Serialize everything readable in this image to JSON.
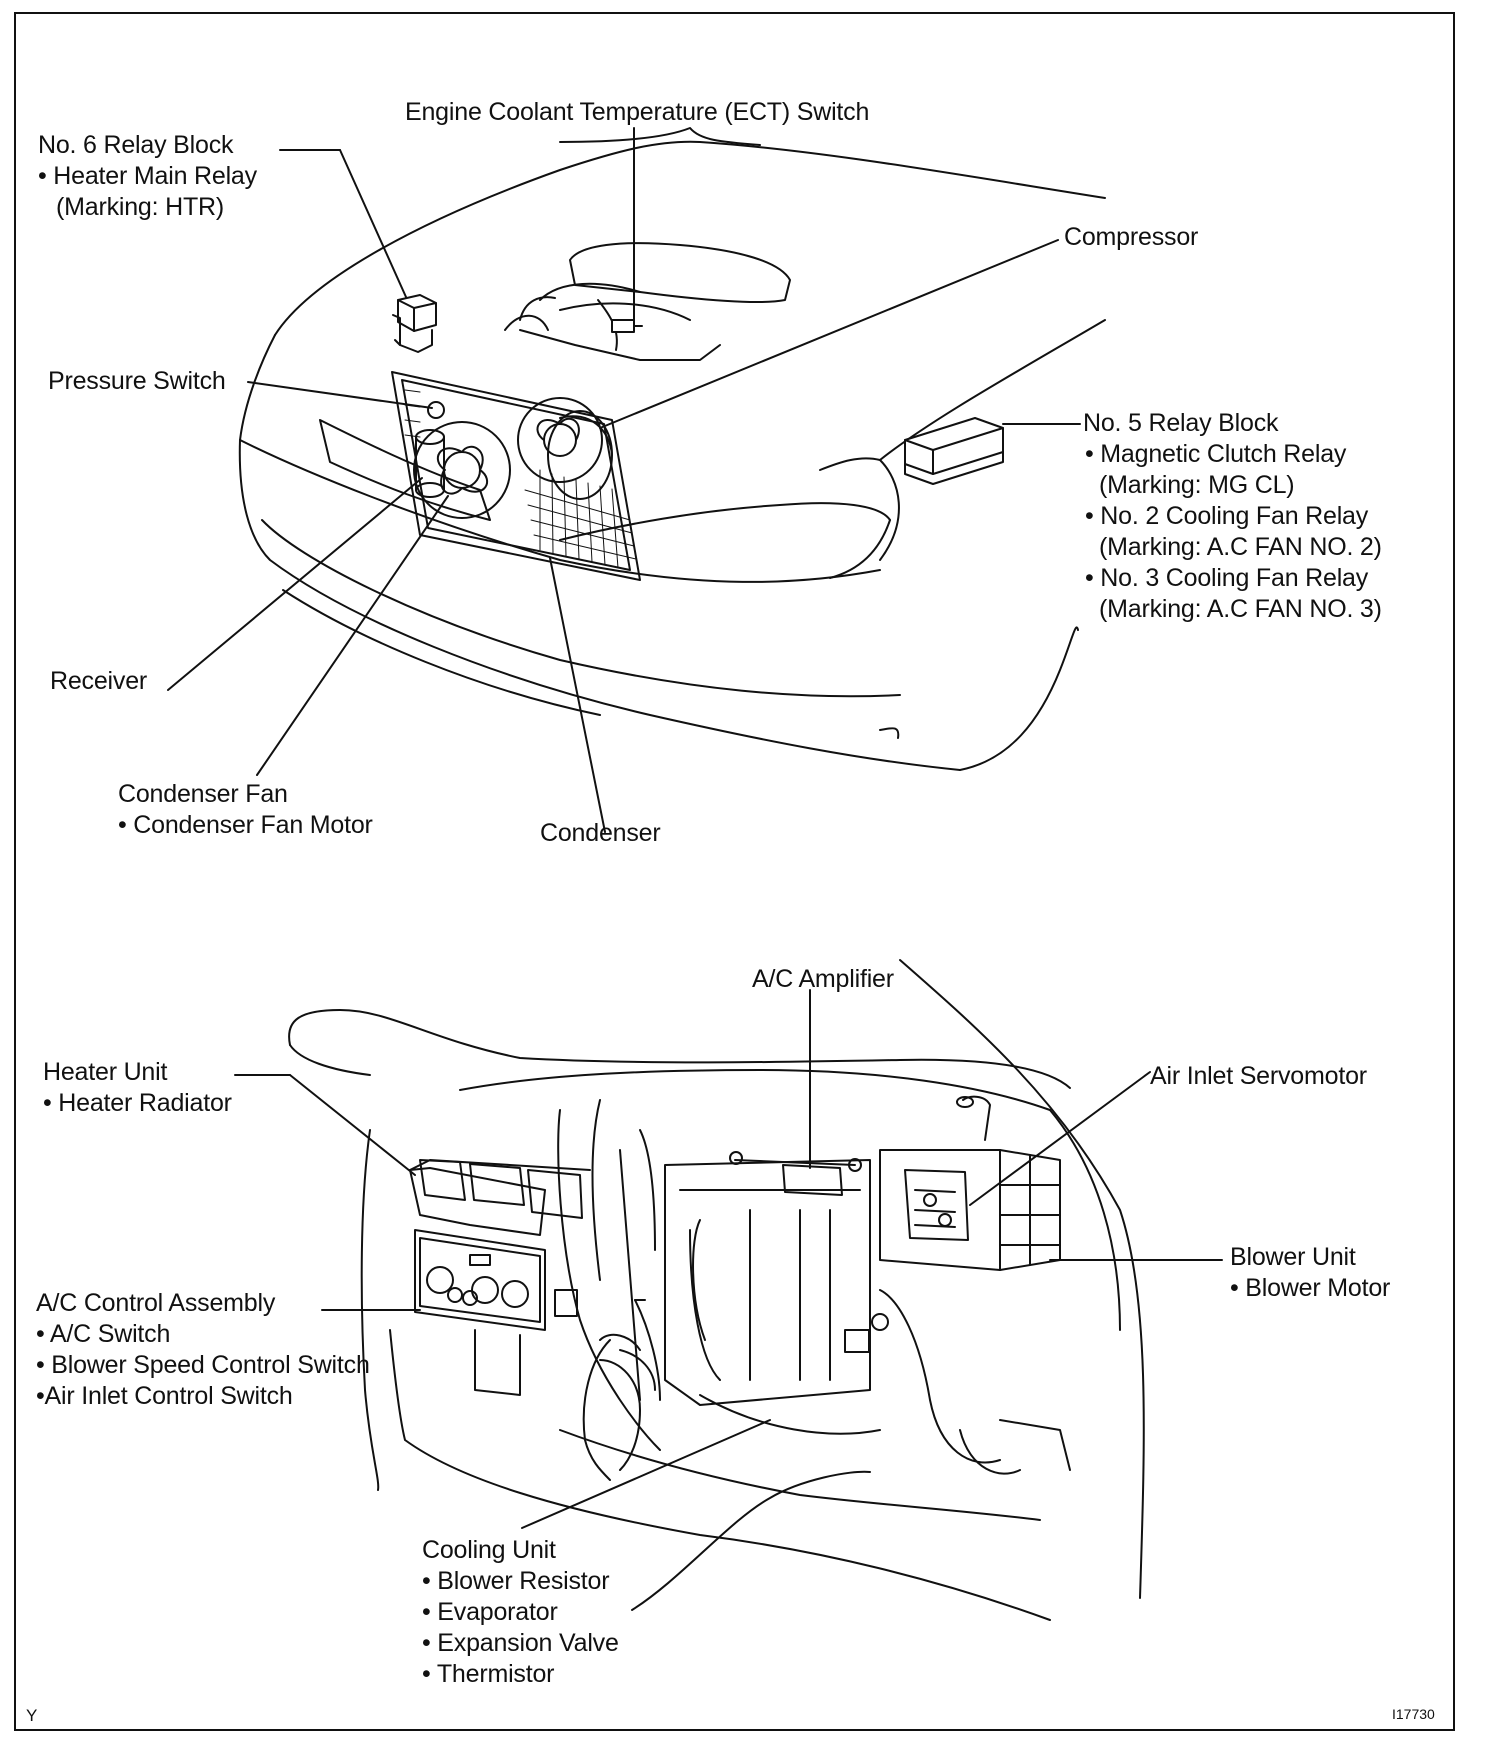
{
  "labels": {
    "ect_switch": "Engine Coolant Temperature (ECT) Switch",
    "no6_relay_block": {
      "title": "No. 6 Relay Block",
      "item1": "• Heater Main Relay",
      "item1_marking": "(Marking: HTR)"
    },
    "compressor": "Compressor",
    "pressure_switch": "Pressure Switch",
    "no5_relay_block": {
      "title": "No. 5 Relay Block",
      "item1": "• Magnetic Clutch Relay",
      "item1_marking": "(Marking: MG CL)",
      "item2": "• No. 2 Cooling Fan Relay",
      "item2_marking": "(Marking: A.C FAN NO. 2)",
      "item3": "• No. 3 Cooling Fan Relay",
      "item3_marking": "(Marking: A.C FAN NO. 3)"
    },
    "receiver": "Receiver",
    "condenser_fan": {
      "title": "Condenser Fan",
      "item1": "• Condenser Fan Motor"
    },
    "condenser": "Condenser",
    "ac_amplifier": "A/C Amplifier",
    "heater_unit": {
      "title": "Heater Unit",
      "item1": "• Heater Radiator"
    },
    "air_inlet_servomotor": "Air Inlet Servomotor",
    "blower_unit": {
      "title": "Blower Unit",
      "item1": "• Blower Motor"
    },
    "ac_control_assembly": {
      "title": "A/C Control Assembly",
      "item1": "• A/C Switch",
      "item2": "• Blower Speed Control Switch",
      "item3": "•Air Inlet Control Switch"
    },
    "cooling_unit": {
      "title": "Cooling Unit",
      "item1": "• Blower Resistor",
      "item2": "• Evaporator",
      "item3": "• Expansion Valve",
      "item4": "• Thermistor"
    }
  },
  "corner_left": "Y",
  "corner_right": "I17730"
}
